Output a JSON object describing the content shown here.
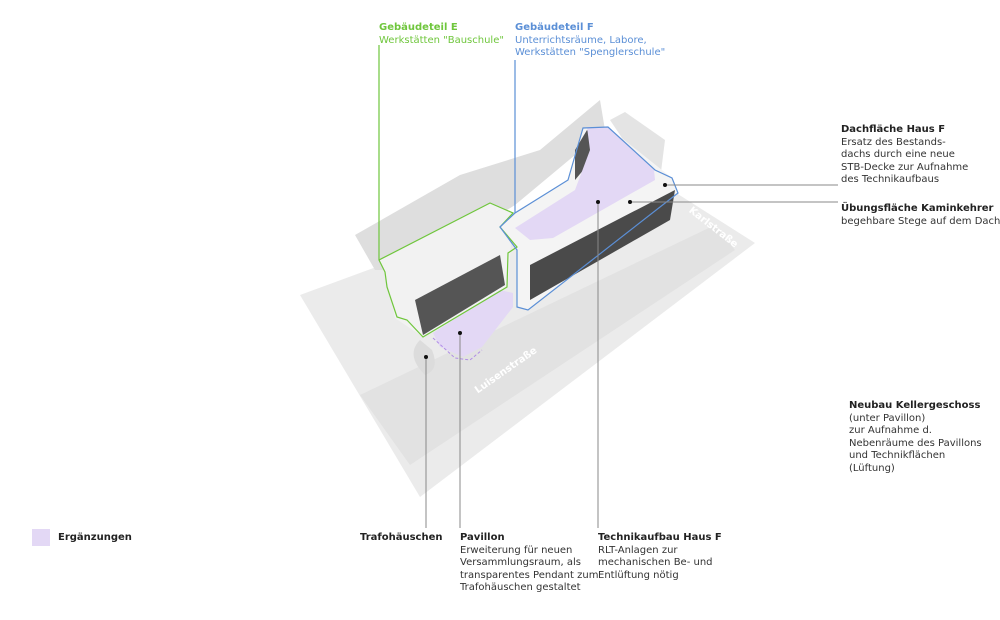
{
  "colors": {
    "ergaenzung": "#e3d8f5",
    "gebaeude_e": "#6fc63c",
    "gebaeude_f": "#5b8fd6",
    "leader": "#777777"
  },
  "labels": {
    "gebaeude_e": {
      "title": "Gebäudeteil E",
      "lines": [
        "Werkstätten \"Bauschule\""
      ]
    },
    "gebaeude_f": {
      "title": "Gebäudeteil F",
      "lines": [
        "Unterrichtsräume, Labore,",
        "Werkstätten \"Spenglerschule\""
      ]
    },
    "dachflaeche": {
      "title": "Dachfläche Haus F",
      "lines": [
        "Ersatz des Bestands-",
        "dachs durch eine neue",
        "STB-Decke zur Aufnahme",
        "des Technikaufbaus"
      ]
    },
    "uebungsflaeche": {
      "title": "Übungsfläche Kaminkehrer",
      "lines": [
        "begehbare Stege auf dem Dach"
      ]
    },
    "kellergeschoss": {
      "title": "Neubau Kellergeschoss",
      "lines": [
        "(unter Pavillon)",
        "zur Aufnahme d.",
        "Nebenräume des Pavillons",
        "und Technikflächen",
        "(Lüftung)"
      ]
    },
    "trafo": {
      "title": "Trafohäuschen",
      "lines": []
    },
    "pavillon": {
      "title": "Pavillon",
      "lines": [
        "Erweiterung für neuen",
        "Versammlungsraum, als",
        "transparentes Pendant zum",
        "Trafohäuschen gestaltet"
      ]
    },
    "technikaufbau": {
      "title": "Technikaufbau Haus F",
      "lines": [
        "RLT-Anlagen zur",
        "mechanischen Be- und",
        "Entlüftung nötig"
      ]
    }
  },
  "streets": {
    "luisen": "Luisenstraße",
    "karl": "Karlstraße"
  },
  "legend": {
    "label": "Ergänzungen"
  }
}
